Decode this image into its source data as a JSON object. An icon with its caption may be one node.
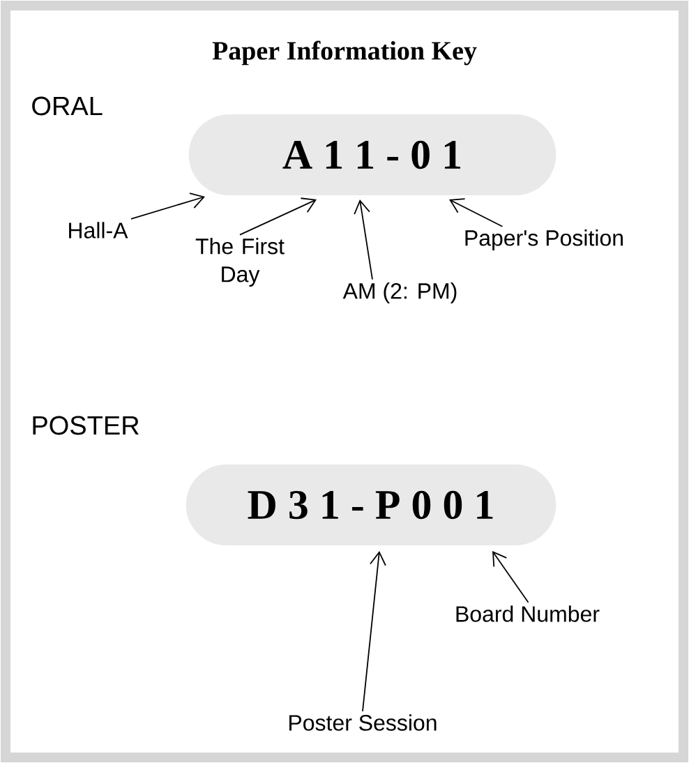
{
  "diagram": {
    "title": "Paper Information Key",
    "nodes": [
      {
        "text": [
          "A 1 1 - 0 1"
        ]
      },
      {
        "text": [
          "Hall-A"
        ]
      },
      {
        "text": [
          "The First Day"
        ]
      },
      {
        "text": [
          "AM (2: PM)"
        ]
      },
      {
        "text": [
          "Paper's Position"
        ]
      },
      {
        "text": [
          "D 3 1 - P 0 0 1"
        ]
      },
      {
        "text": [
          "Board Number"
        ]
      },
      {
        "text": [
          "Poster Session"
        ]
      }
    ],
    "edges": [
      {
        "from": 1,
        "to": 0,
        "arrow": "to"
      },
      {
        "from": 2,
        "to": 0,
        "arrow": "to"
      },
      {
        "from": 3,
        "to": 0,
        "arrow": "to"
      },
      {
        "from": 4,
        "to": 0,
        "arrow": "to"
      },
      {
        "from": 6,
        "to": 5,
        "arrow": "to"
      },
      {
        "from": 7,
        "to": 5,
        "arrow": "to"
      }
    ],
    "labels": [
      "ORAL",
      "POSTER"
    ]
  }
}
